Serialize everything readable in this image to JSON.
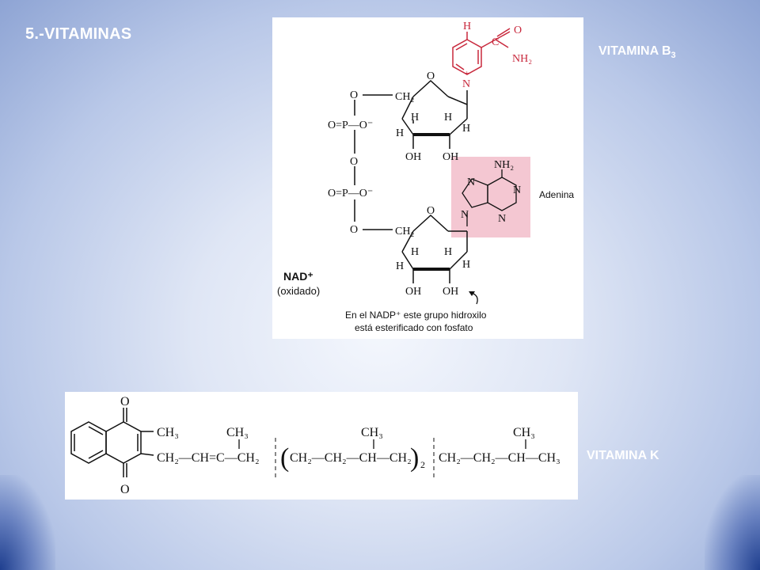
{
  "slide": {
    "title": "5.-VITAMINAS",
    "vitamin_b3": {
      "label": "VITAMINA B",
      "subscript": "3"
    },
    "vitamin_k": {
      "label": "VITAMINA K"
    }
  },
  "nad": {
    "name": "NAD⁺",
    "state": "(oxidado)",
    "adenine": "Adenina",
    "note_line1": "En el NADP⁺ este grupo hidroxilo",
    "note_line2": "está esterificado con fosfato",
    "atoms": {
      "O": "O",
      "H": "H",
      "N": "N",
      "N_plus": "N",
      "plus": "+",
      "C": "C",
      "NH2": "NH₂",
      "CH2": "CH₂",
      "OH": "OH",
      "phosphate": "O=P—O⁻"
    }
  },
  "vitk": {
    "O": "O",
    "CH3": "CH₃",
    "chain1": "CH₂—CH=C—CH₂",
    "chain2": "CH₂—CH₂—CH—CH₂",
    "repeat_n": "2",
    "chain3": "CH₂—CH₂—CH—CH₃"
  },
  "colors": {
    "accent_red": "#c8283c",
    "pink": "#f4c7d2"
  }
}
